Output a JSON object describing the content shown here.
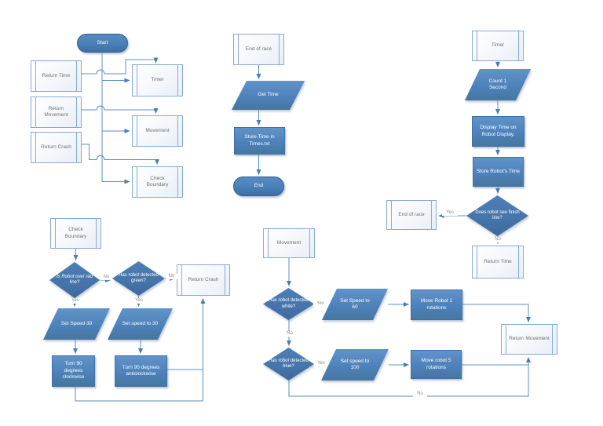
{
  "labels": {
    "yes": "Yes",
    "no": "No"
  },
  "colors": {
    "shape_blue": "#4c80b8",
    "diamond_blue": "#4574aa",
    "terminal_blue": "#4a80b6",
    "connector_blue": "#5b8ec5",
    "subprocess_border": "#86abd8",
    "subprocess_text": "#707070",
    "edge_label_text": "#8b8b8b"
  },
  "main_flow": {
    "start": "Start",
    "return_time": "Return Time",
    "timer": "Timer",
    "return_movement": "Return Movement",
    "movement": "Movement",
    "return_crash": "Return Crash",
    "check_boundary": "Check Boundary"
  },
  "race_end_flow": {
    "end_of_race": "End of race",
    "get_time": "Get Time",
    "store_time": "Store Time in Times.txt",
    "end": "End"
  },
  "timer_flow": {
    "timer": "Timer",
    "count_second": "Count 1 Second",
    "display_time": "Display Time on Robot Display.",
    "store_robot_time": "Store Robot's Time",
    "finish_line_q": "Does robot see finish line?",
    "end_of_race": "End of race",
    "return_time": "Return Time"
  },
  "boundary_flow": {
    "check_boundary": "Check Boundary",
    "red_line_q": "Is Robot over red line?",
    "green_q": "Has robot detected green?",
    "return_crash": "Return Crash",
    "set_speed_30": "Set Speed 30",
    "set_speed_to_30": "Set speed to 30",
    "turn_cw": "Turn 90 degrees clockwise",
    "turn_acw": "Turn 90 degrees anticlockwise"
  },
  "movement_flow": {
    "movement": "Movement",
    "white_q": "Has robot detected white?",
    "set_speed_60": "Set Speed to 60",
    "move_robot_1": "Move Robot 1 rotations",
    "blue_q": "Has robot detected blue?",
    "set_speed_100": "Set speed to 100",
    "move_robot_5": "Move robot 5 rotations",
    "return_movement": "Return Movement"
  }
}
